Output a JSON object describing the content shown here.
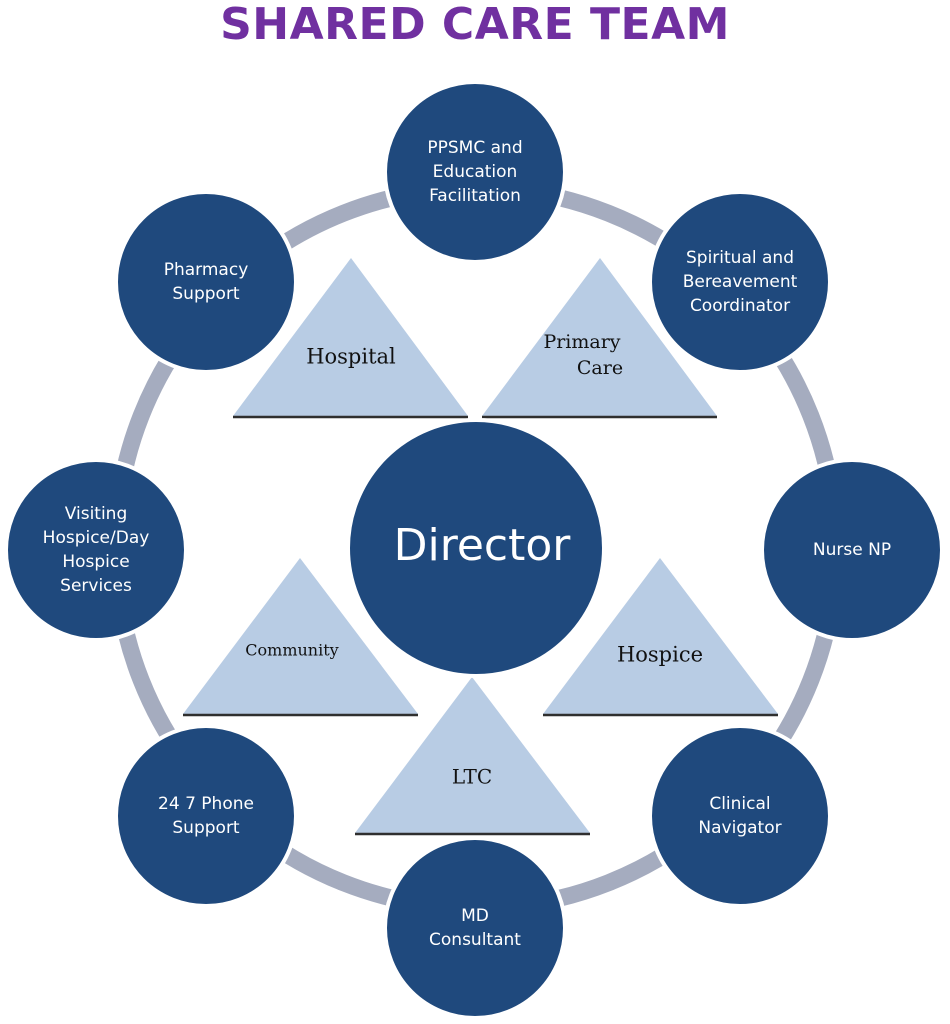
{
  "title": "SHARED CARE TEAM",
  "colors": {
    "title": "#7030a0",
    "node_fill": "#1f497d",
    "node_stroke": "#ffffff",
    "ring": "#a5acbf",
    "triangle_fill": "#b8cce4",
    "triangle_base": "#2f2f2f"
  },
  "center": {
    "label": "Director"
  },
  "nodes": [
    {
      "id": "ppsmc",
      "lines": [
        "PPSMC and",
        "Education",
        "Facilitation"
      ]
    },
    {
      "id": "spiritual",
      "lines": [
        "Spiritual and",
        "Bereavement",
        "Coordinator"
      ]
    },
    {
      "id": "nurse",
      "lines": [
        "Nurse NP"
      ]
    },
    {
      "id": "clinical",
      "lines": [
        "Clinical",
        "Navigator"
      ]
    },
    {
      "id": "md",
      "lines": [
        "MD",
        "Consultant"
      ]
    },
    {
      "id": "phone",
      "lines": [
        "24 7 Phone",
        "Support"
      ]
    },
    {
      "id": "visiting",
      "lines": [
        "Visiting",
        "Hospice/Day",
        "Hospice",
        "Services"
      ]
    },
    {
      "id": "pharmacy",
      "lines": [
        "Pharmacy",
        "Support"
      ]
    }
  ],
  "settings": [
    {
      "id": "hospital",
      "lines": [
        "Hospital"
      ]
    },
    {
      "id": "primary-care",
      "lines": [
        "Primary",
        "Care"
      ]
    },
    {
      "id": "community",
      "lines": [
        "Community"
      ]
    },
    {
      "id": "hospice",
      "lines": [
        "Hospice"
      ]
    },
    {
      "id": "ltc",
      "lines": [
        "LTC"
      ]
    }
  ]
}
